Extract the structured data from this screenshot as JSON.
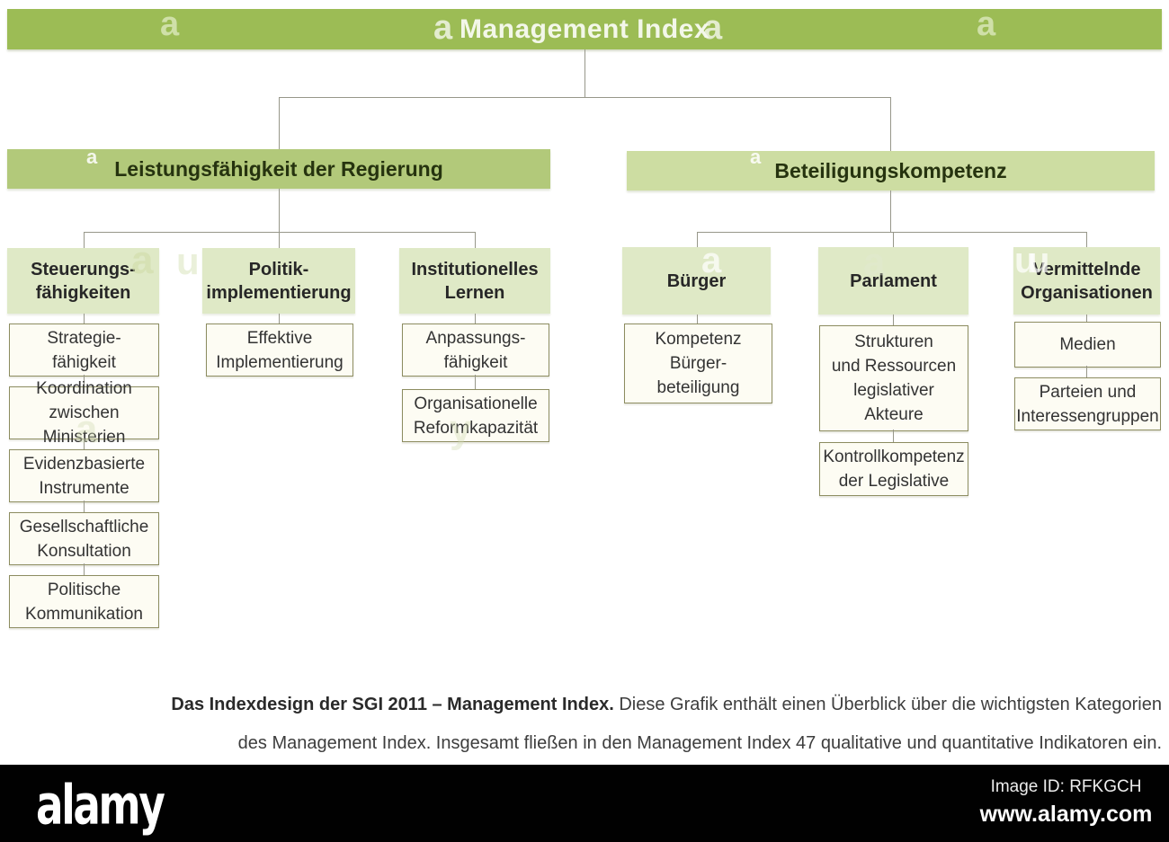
{
  "title": {
    "label": "Management Index"
  },
  "tree": {
    "branches": [
      {
        "label": "Leistungsfähigkeit der Regierung",
        "columns": [
          {
            "header": "Steuerungs-\nfähigkeiten",
            "boxes": [
              "Strategie-\nfähigkeit",
              "Koordination\nzwischen Ministerien",
              "Evidenzbasierte\nInstrumente",
              "Gesellschaftliche\nKonsultation",
              "Politische\nKommunikation"
            ]
          },
          {
            "header": "Politik-\nimplementierung",
            "boxes": [
              "Effektive\nImplementierung"
            ]
          },
          {
            "header": "Institutionelles\nLernen",
            "boxes": [
              "Anpassungs-\nfähigkeit",
              "Organisationelle\nReformkapazität"
            ]
          }
        ]
      },
      {
        "label": "Beteiligungskompetenz",
        "columns": [
          {
            "header": "Bürger",
            "boxes": [
              "Kompetenz\nBürger-\nbeteiligung"
            ]
          },
          {
            "header": "Parlament",
            "boxes": [
              "Strukturen\nund Ressourcen\nlegislativer\nAkteure",
              "Kontrollkompetenz\nder Legislative"
            ]
          },
          {
            "header": "Vermittelnde\nOrganisationen",
            "boxes": [
              "Medien",
              "Parteien und\nInteressengruppen"
            ]
          }
        ]
      }
    ]
  },
  "caption": {
    "line1_bold": "Das Indexdesign der SGI 2011 – Management Index.",
    "line1_rest": " Diese Grafik enthält einen Überblick über die wichtigsten Kategorien",
    "line2": "des Management Index. Insgesamt fließen in den Management Index 47 qualitative und quantitative Indikatoren ein."
  },
  "watermarks": {
    "items": [
      "a",
      "a",
      "a",
      "a",
      "a",
      "a",
      "a",
      "u",
      "a",
      "a",
      "u",
      "u",
      "a",
      "y",
      "a"
    ]
  },
  "footer": {
    "logo": "alamy",
    "image_id": "Image ID: RFKGCH",
    "url": "www.alamy.com"
  },
  "colors": {
    "top_bar": "#9cbc55",
    "left_bar": "#b2c97a",
    "right_bar": "#cddda2",
    "category_box": "#dfe9c6",
    "leaf_box_bg": "#fdfcf3",
    "leaf_box_border": "#8c8c60",
    "connector": "#97978a",
    "footer_bg": "#010101"
  }
}
